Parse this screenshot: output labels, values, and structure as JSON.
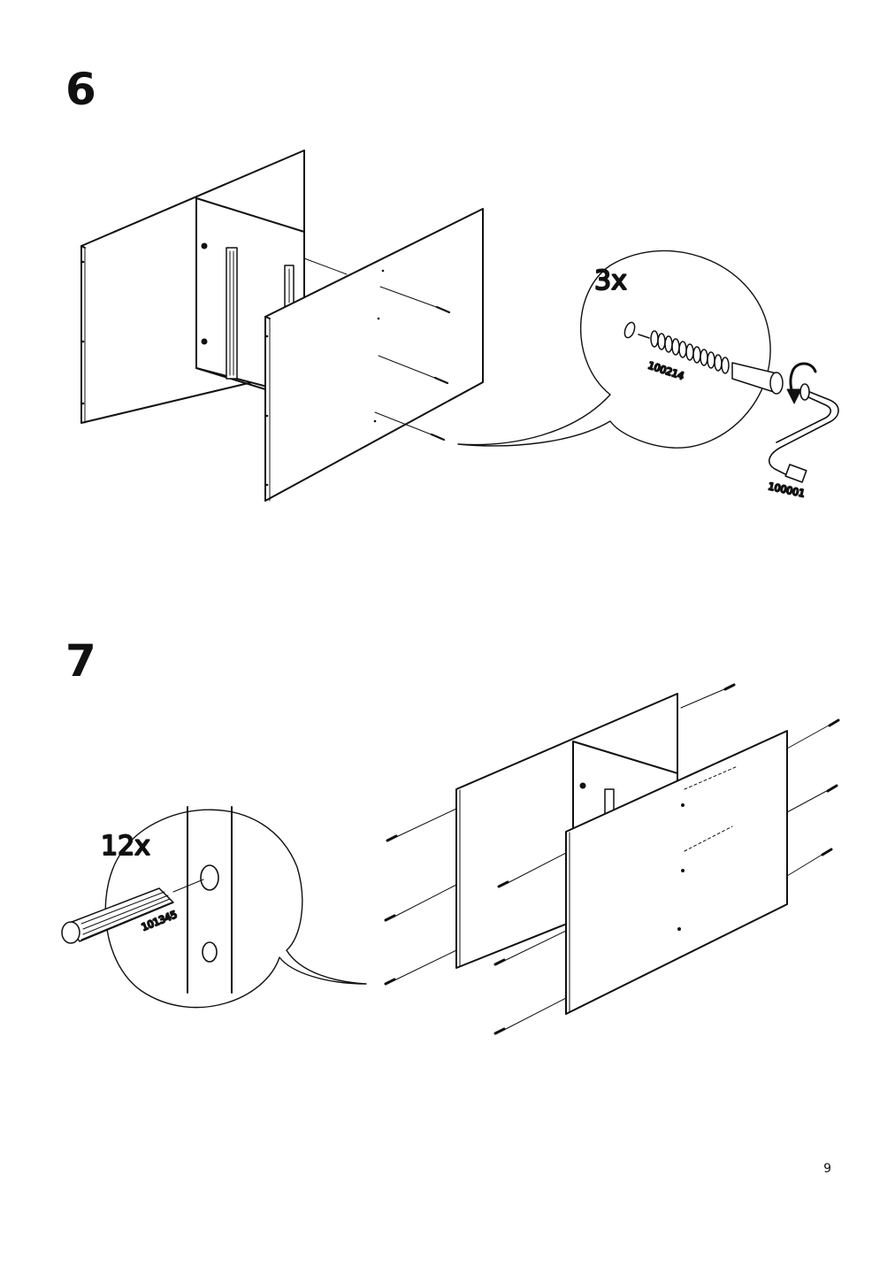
{
  "steps": [
    {
      "number": "6",
      "quantity": "3x",
      "parts": [
        "100214",
        "100001"
      ]
    },
    {
      "number": "7",
      "quantity": "12x",
      "parts": [
        "101345"
      ]
    }
  ],
  "page_number": "9",
  "icons": [
    "cam-lock-screw-icon",
    "allen-key-icon",
    "wooden-dowel-icon",
    "rotate-arrow-icon"
  ]
}
